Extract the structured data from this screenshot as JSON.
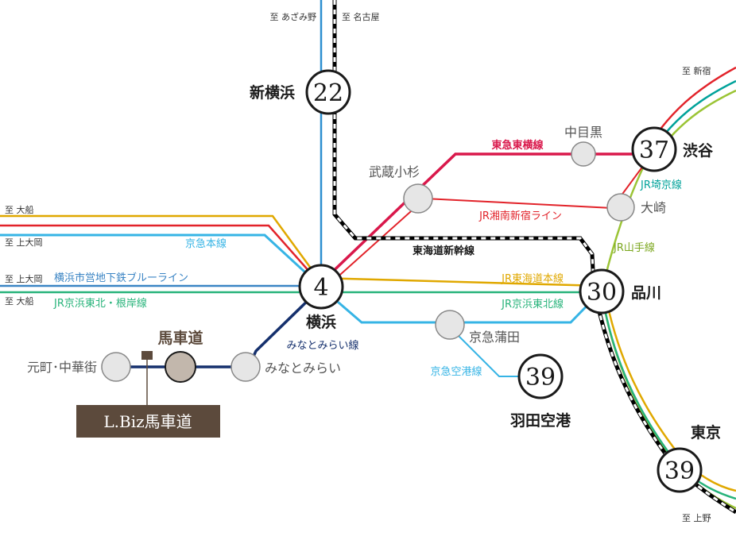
{
  "colors": {
    "blue_line": "#2d8fd0",
    "tokaido": "#e0a800",
    "toyoko": "#d9184b",
    "shonan": "#e2232a",
    "keikyu": "#36b4e5",
    "subway": "#3a84c4",
    "keihin": "#27b37a",
    "minatomirai": "#15306d",
    "yamanote": "#9bc435",
    "saikyo": "#00a29a",
    "shinkansen": "#000000",
    "minor_station": "#e6e6e6",
    "target_station": "#c2b7ac",
    "label_box": "#5c4a3c"
  },
  "destinations": {
    "azamino": "至 あざみ野",
    "nagoya": "至 名古屋",
    "shinjuku": "至 新宿",
    "ofuna_1": "至 大船",
    "kamiooka_1": "至 上大岡",
    "kamiooka_2": "至 上大岡",
    "ofuna_2": "至 大船",
    "ueno": "至 上野"
  },
  "lines": {
    "toyoko": "東急東横線",
    "shonan": "JR湘南新宿ライン",
    "saikyo": "JR埼京線",
    "yamanote": "JR山手線",
    "shinkansen": "東海道新幹線",
    "keikyu_main": "京急本線",
    "subway": "横浜市営地下鉄ブルーライン",
    "keihin_negishi": "JR京浜東北・根岸線",
    "tokaido": "JR東海道本線",
    "keihin_tohoku": "JR京浜東北線",
    "minatomirai": "みなとみらい線",
    "airport": "京急空港線"
  },
  "stations": {
    "shinyokohama": {
      "name": "新横浜",
      "minutes": "22"
    },
    "yokohama": {
      "name": "横浜",
      "minutes": "4"
    },
    "shinagawa": {
      "name": "品川",
      "minutes": "30"
    },
    "shibuya": {
      "name": "渋谷",
      "minutes": "37"
    },
    "haneda": {
      "name": "羽田空港",
      "minutes": "39"
    },
    "tokyo": {
      "name": "東京",
      "minutes": "39"
    },
    "musashikosugi": {
      "name": "武蔵小杉"
    },
    "nakameguro": {
      "name": "中目黒"
    },
    "osaki": {
      "name": "大崎"
    },
    "keikyukamata": {
      "name": "京急蒲田"
    },
    "minatomirai": {
      "name": "みなとみらい"
    },
    "bashamichi": {
      "name": "馬車道"
    },
    "motomachi": {
      "name": "元町･中華街"
    }
  },
  "building": {
    "label": "L.Biz馬車道"
  }
}
